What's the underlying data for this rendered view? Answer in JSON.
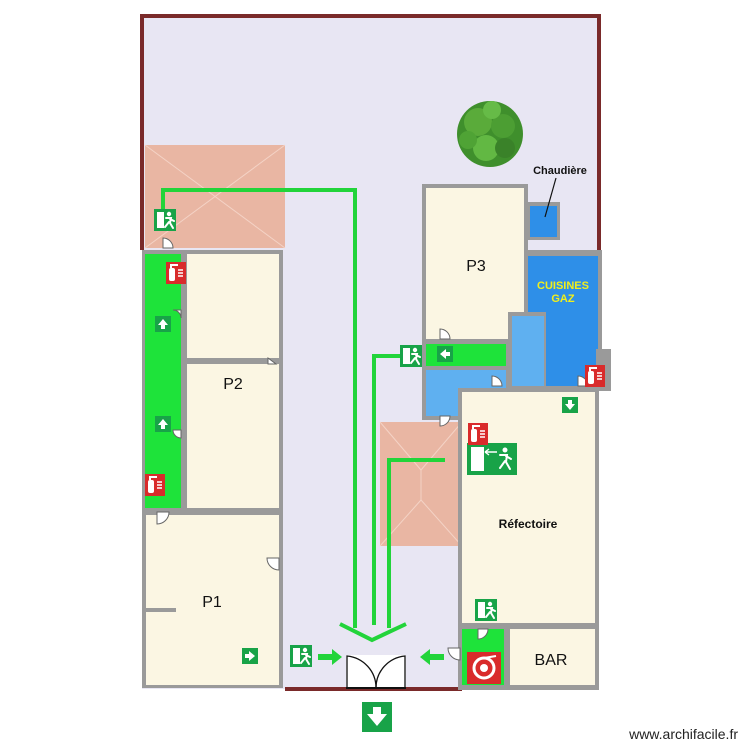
{
  "plan": {
    "rooms": {
      "p1": "P1",
      "p2": "P2",
      "p3": "P3",
      "refectoire": "Réfectoire",
      "bar": "BAR",
      "cuisines_line1": "CUISINES",
      "cuisines_line2": "GAZ",
      "chaudiere": "Chaudière"
    },
    "watermark": "www.archifacile.fr",
    "icons": {
      "exit_sign": "emergency-exit-icon",
      "extinguisher": "fire-extinguisher-icon",
      "fire_hose": "fire-hose-reel-icon",
      "arrow": "direction-arrow-icon",
      "tree": "tree-icon",
      "door": "door-swing-icon"
    },
    "colors": {
      "outer_wall": "#7a2a2a",
      "courtyard": "#e8e6f3",
      "room_fill": "#fbf6e3",
      "wall": "#9a9a9a",
      "corridor_green": "#1ee33a",
      "evac_line": "#22d43a",
      "kitchen_blue": "#2e8fe8",
      "light_blue": "#5fb0f0",
      "roof_pink": "#e9b6a3",
      "cuisines_text": "#f2ef1a",
      "exit_sign_green": "#18a348",
      "extinguisher_red": "#d92b2b"
    }
  }
}
